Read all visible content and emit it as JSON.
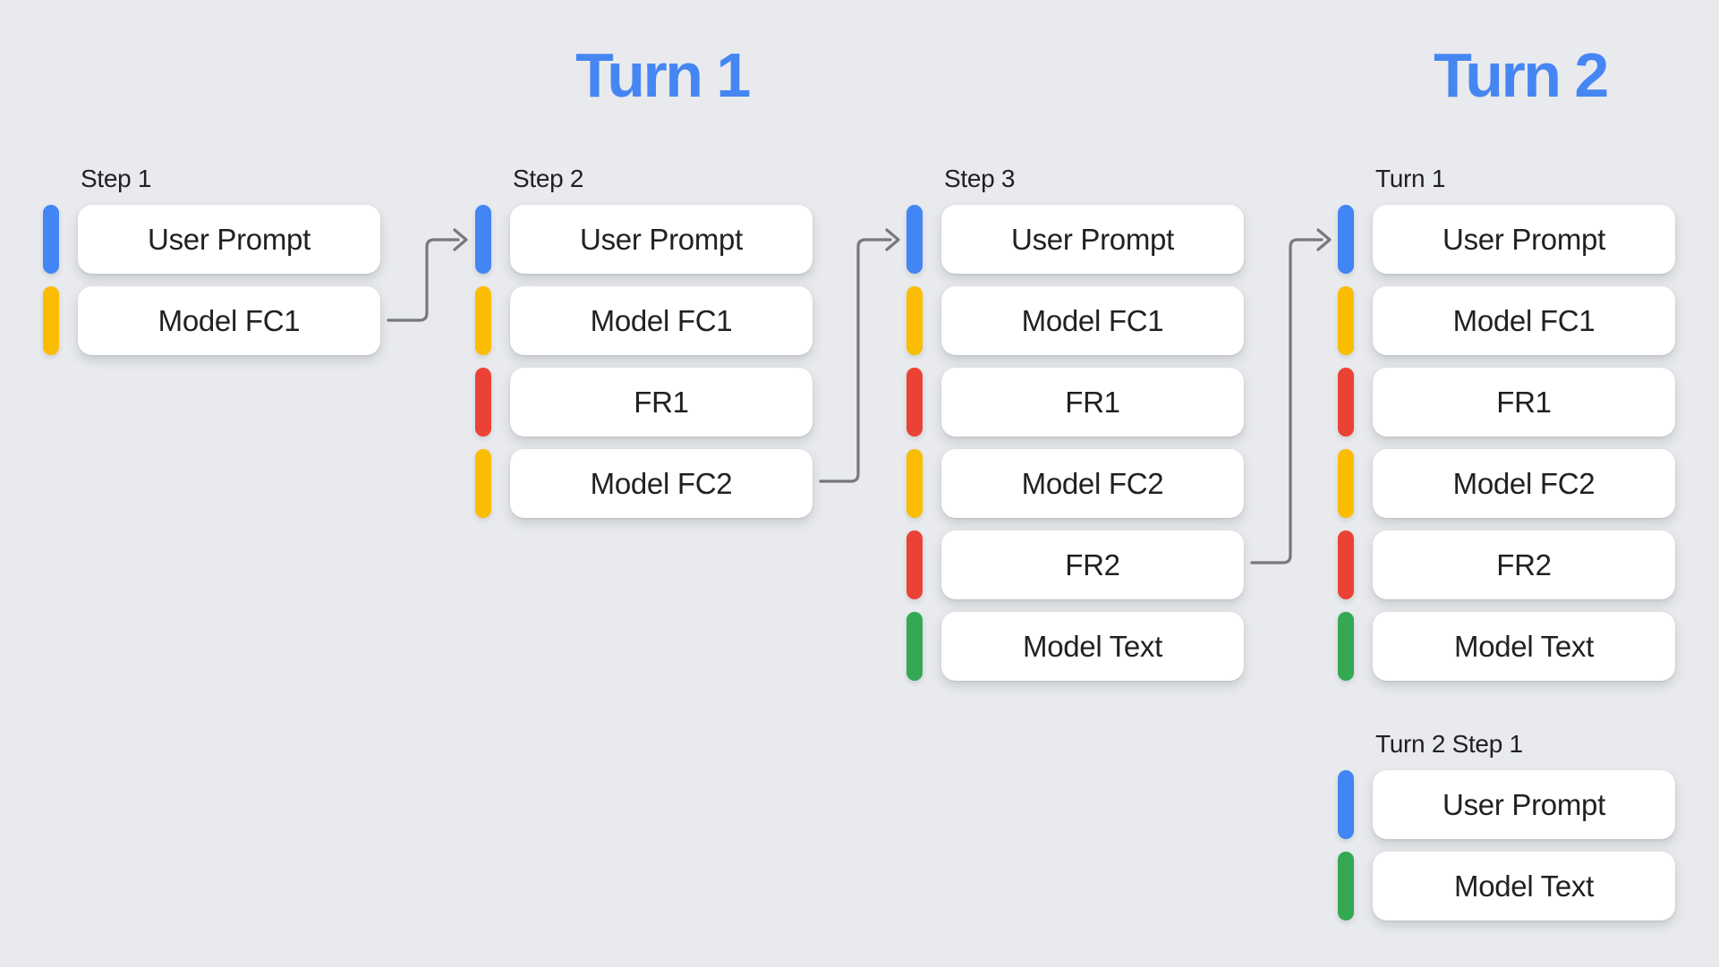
{
  "palette": {
    "background": "#E8EAED",
    "card": "#FFFFFF",
    "header-blue": "#4686F3",
    "text-dark": "#202124",
    "arrow-gray": "#77787B",
    "user": "#4285F4",
    "model-fc": "#FBBC04",
    "fr": "#EA4335",
    "model-text": "#34A853"
  },
  "headers": [
    {
      "label": "Turn 1"
    },
    {
      "label": "Turn 2"
    }
  ],
  "columns": [
    {
      "label": "Step 1",
      "cards": [
        {
          "label": "User Prompt",
          "type": "user"
        },
        {
          "label": "Model FC1",
          "type": "model-fc"
        }
      ]
    },
    {
      "label": "Step 2",
      "cards": [
        {
          "label": "User Prompt",
          "type": "user"
        },
        {
          "label": "Model FC1",
          "type": "model-fc"
        },
        {
          "label": "FR1",
          "type": "fr"
        },
        {
          "label": "Model FC2",
          "type": "model-fc"
        }
      ]
    },
    {
      "label": "Step 3",
      "cards": [
        {
          "label": "User Prompt",
          "type": "user"
        },
        {
          "label": "Model FC1",
          "type": "model-fc"
        },
        {
          "label": "FR1",
          "type": "fr"
        },
        {
          "label": "Model FC2",
          "type": "model-fc"
        },
        {
          "label": "FR2",
          "type": "fr"
        },
        {
          "label": "Model Text",
          "type": "model-text"
        }
      ]
    },
    {
      "label": "Turn 1",
      "cards": [
        {
          "label": "User Prompt",
          "type": "user"
        },
        {
          "label": "Model FC1",
          "type": "model-fc"
        },
        {
          "label": "FR1",
          "type": "fr"
        },
        {
          "label": "Model FC2",
          "type": "model-fc"
        },
        {
          "label": "FR2",
          "type": "fr"
        },
        {
          "label": "Model Text",
          "type": "model-text"
        }
      ]
    },
    {
      "label": "Turn 2 Step 1",
      "cards": [
        {
          "label": "User Prompt",
          "type": "user"
        },
        {
          "label": "Model Text",
          "type": "model-text"
        }
      ]
    }
  ],
  "arrows": [
    {
      "from": "Step 1 / Model FC1",
      "to": "Step 2 / User Prompt"
    },
    {
      "from": "Step 2 / Model FC2",
      "to": "Step 3 / User Prompt"
    },
    {
      "from": "Step 3 / FR2",
      "to": "Turn 1 / User Prompt"
    }
  ]
}
